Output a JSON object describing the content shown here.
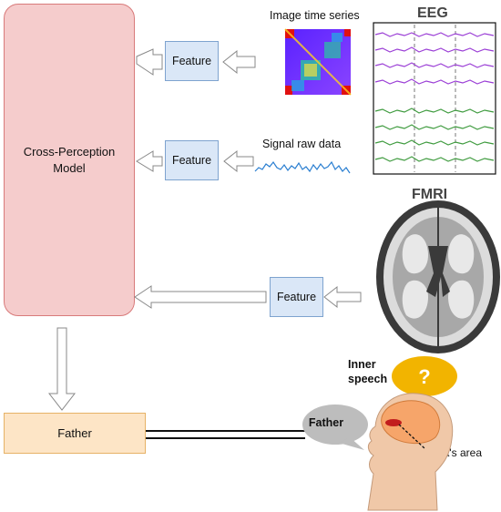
{
  "model": {
    "label": "Cross-Perception Model"
  },
  "features": {
    "label_1": "Feature",
    "label_2": "Feature",
    "label_3": "Feature"
  },
  "inputs": {
    "image_time_series": "Image time series",
    "signal_raw_data": "Signal raw data",
    "eeg": "EEG",
    "fmri": "FMRI"
  },
  "output": {
    "label": "Father"
  },
  "speech": {
    "inner_speech": "Inner speech",
    "question_mark": "?",
    "spoken_word": "Father",
    "brocas_area": "Broca's area"
  },
  "colors": {
    "model_fill": "#f5cccc",
    "feature_fill": "#dae7f7",
    "output_fill": "#fde5c6",
    "eeg_purple": "#9b3fd6",
    "eeg_green": "#3f9b3f",
    "signal_blue": "#2b7fd1",
    "bubble_yellow": "#f2b400",
    "broca_red": "#c21d1d"
  }
}
